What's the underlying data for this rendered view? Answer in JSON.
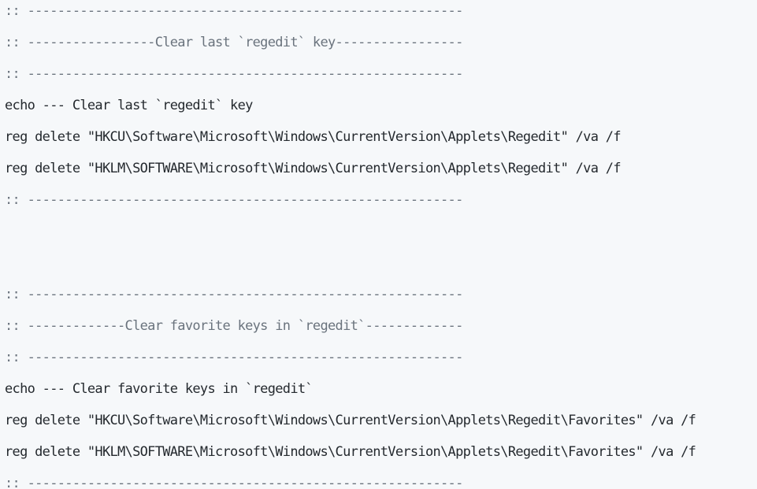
{
  "lines": [
    ":: ----------------------------------------------------------",
    ":: -----------------Clear last `regedit` key-----------------",
    ":: ----------------------------------------------------------",
    "echo --- Clear last `regedit` key",
    "reg delete \"HKCU\\Software\\Microsoft\\Windows\\CurrentVersion\\Applets\\Regedit\" /va /f",
    "reg delete \"HKLM\\SOFTWARE\\Microsoft\\Windows\\CurrentVersion\\Applets\\Regedit\" /va /f",
    ":: ----------------------------------------------------------",
    ":: ----------------------------------------------------------",
    ":: -------------Clear favorite keys in `regedit`-------------",
    ":: ----------------------------------------------------------",
    "echo --- Clear favorite keys in `regedit`",
    "reg delete \"HKCU\\Software\\Microsoft\\Windows\\CurrentVersion\\Applets\\Regedit\\Favorites\" /va /f",
    "reg delete \"HKLM\\SOFTWARE\\Microsoft\\Windows\\CurrentVersion\\Applets\\Regedit\\Favorites\" /va /f",
    ":: ----------------------------------------------------------"
  ]
}
